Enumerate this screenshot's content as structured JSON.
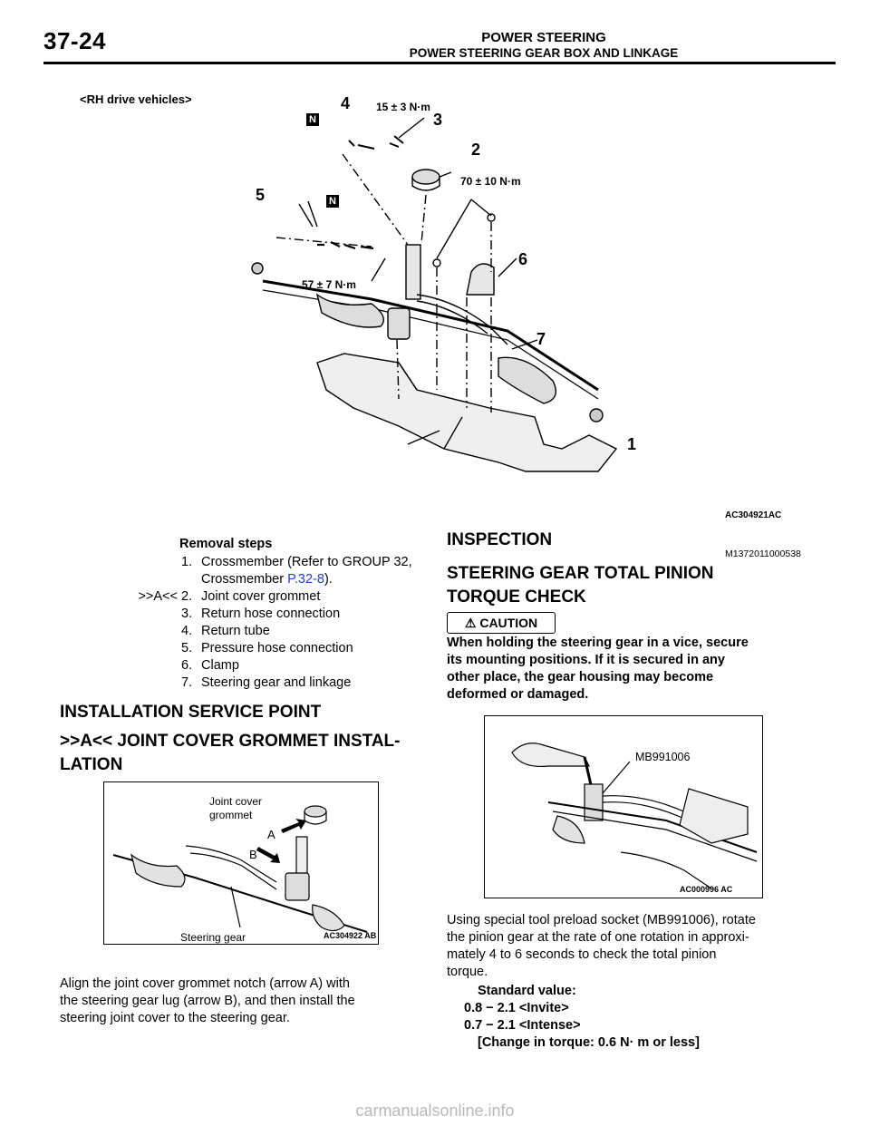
{
  "header": {
    "page_number": "37-24",
    "chapter": "POWER STEERING",
    "section": "POWER STEERING GEAR BOX AND LINKAGE"
  },
  "main_figure": {
    "vehicle_label": "<RH drive vehicles>",
    "callouts": [
      "1",
      "2",
      "3",
      "4",
      "5",
      "6",
      "7"
    ],
    "new_part_marks": [
      "N",
      "N"
    ],
    "torques": [
      "15 ± 3 N·m",
      "70 ± 10 N·m",
      "57 ± 7 N·m"
    ],
    "code": "AC304921AC"
  },
  "removal": {
    "heading": "Removal steps",
    "steps": [
      {
        "prefix": "",
        "num": "1.",
        "text": "Crossmember (Refer to GROUP 32,"
      },
      {
        "prefix": "",
        "num": "",
        "text": "Crossmember "
      },
      {
        "prefix": ">>A<<",
        "num": "2.",
        "text": "Joint cover grommet"
      },
      {
        "prefix": "",
        "num": "3.",
        "text": "Return hose connection"
      },
      {
        "prefix": "",
        "num": "4.",
        "text": "Return tube"
      },
      {
        "prefix": "",
        "num": "5.",
        "text": "Pressure hose connection"
      },
      {
        "prefix": "",
        "num": "6.",
        "text": "Clamp"
      },
      {
        "prefix": "",
        "num": "7.",
        "text": "Steering gear and linkage"
      }
    ],
    "link_text": "P.32-8",
    "link_suffix": ")."
  },
  "installation": {
    "heading": "INSTALLATION SERVICE POINT",
    "subheading_1": ">>A<< JOINT COVER GROMMET INSTAL-",
    "subheading_2": "LATION",
    "figure": {
      "label_joint_cover_1": "Joint cover",
      "label_joint_cover_2": "grommet",
      "label_a": "A",
      "label_b": "B",
      "label_steering_gear": "Steering gear",
      "code": "AC304922 AB"
    },
    "body": [
      "Align the joint cover grommet notch (arrow A) with",
      "the steering gear lug (arrow B), and then install the",
      "steering joint cover to the steering gear."
    ]
  },
  "inspection": {
    "heading": "INSPECTION",
    "ref_code": "M1372011000538",
    "subheading_1": "STEERING GEAR TOTAL PINION",
    "subheading_2": "TORQUE CHECK",
    "caution_label": "CAUTION",
    "caution_text": [
      "When holding the steering gear in a vice, secure",
      "its mounting positions. If it is secured in any",
      "other place, the gear housing may become",
      "deformed or damaged."
    ],
    "figure": {
      "tool_label": "MB991006",
      "code": "AC000996 AC"
    },
    "body": [
      "Using special tool preload socket (MB991006), rotate",
      "the pinion gear at the rate of one rotation in approxi-",
      "mately 4 to 6 seconds to check the total pinion",
      "torque."
    ],
    "standard_label": "Standard value:",
    "values": [
      "0.8 − 2.1 <Invite>",
      "0.7 − 2.1 <Intense>"
    ],
    "change_note": "[Change in torque: 0.6 N· m or less]"
  },
  "footer": {
    "watermark": "carmanualsonline.info"
  }
}
